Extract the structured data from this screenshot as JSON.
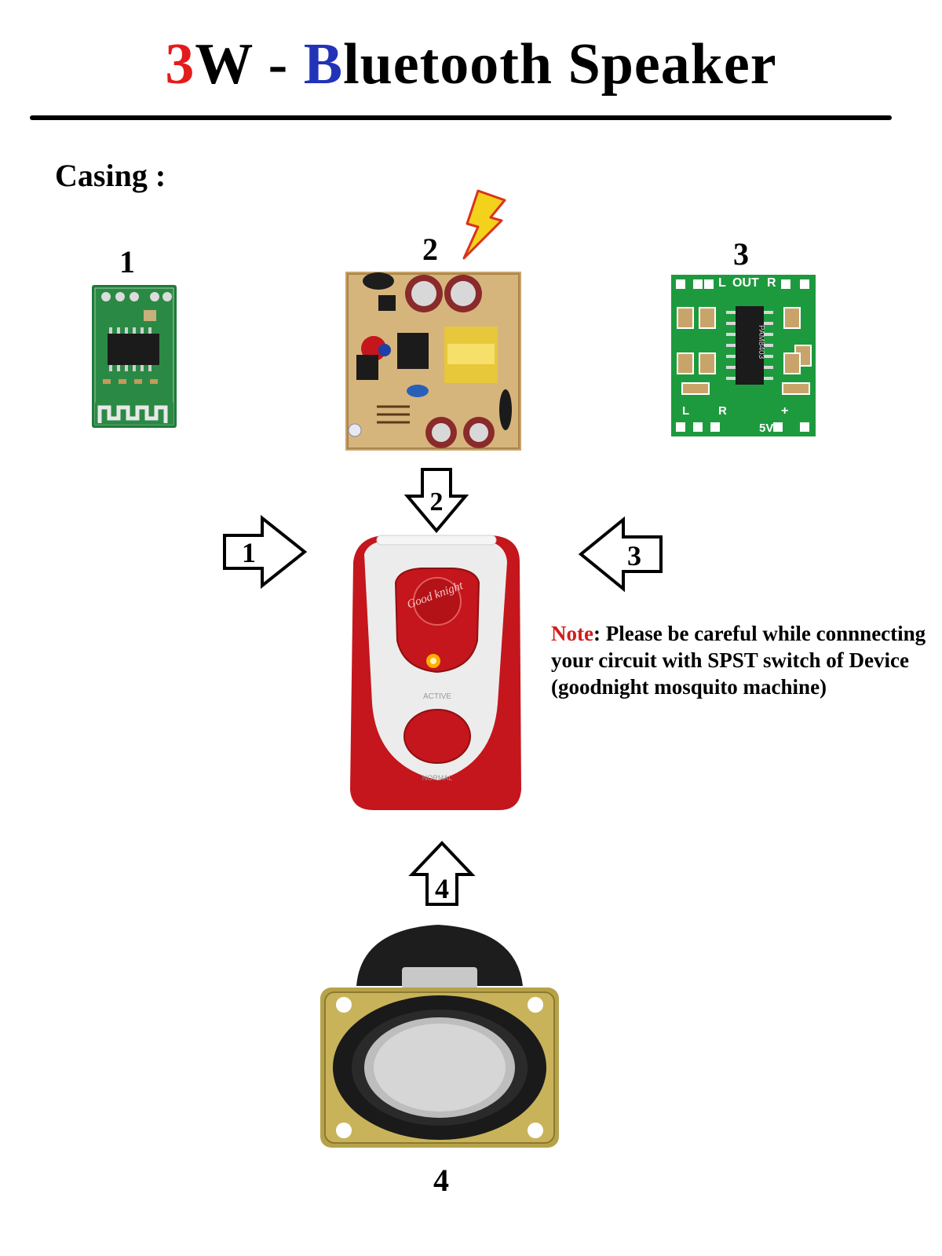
{
  "title": {
    "part1": "3",
    "part2": "W - ",
    "part3": "B",
    "part4": "luetooth Speaker"
  },
  "section_label": "Casing :",
  "components": [
    {
      "number": "1",
      "name": "bluetooth-module"
    },
    {
      "number": "2",
      "name": "power-supply-board"
    },
    {
      "number": "3",
      "name": "amplifier-board",
      "board_text": [
        "L",
        "OUT",
        "R",
        "PAM8403",
        "L",
        "R",
        "5V",
        "+"
      ]
    },
    {
      "number": "4",
      "name": "speaker"
    }
  ],
  "arrows": [
    {
      "number": "1",
      "direction": "right"
    },
    {
      "number": "2",
      "direction": "down"
    },
    {
      "number": "3",
      "direction": "left"
    },
    {
      "number": "4",
      "direction": "up"
    }
  ],
  "device": {
    "logo": "Good knight",
    "label_top": "ACTIVE",
    "label_bottom": "NORMAL"
  },
  "note": {
    "label": "Note",
    "text": ": Please be careful while connnecting your circuit with SPST switch of Device (goodnight mosquito machine)"
  },
  "colors": {
    "title_accent_red": "#e41b1b",
    "title_accent_blue": "#2233b8",
    "note_label": "#d31c1c",
    "pcb_green": "#1a8f3a",
    "device_red": "#c4161c",
    "lightning": "#f2d21b"
  }
}
